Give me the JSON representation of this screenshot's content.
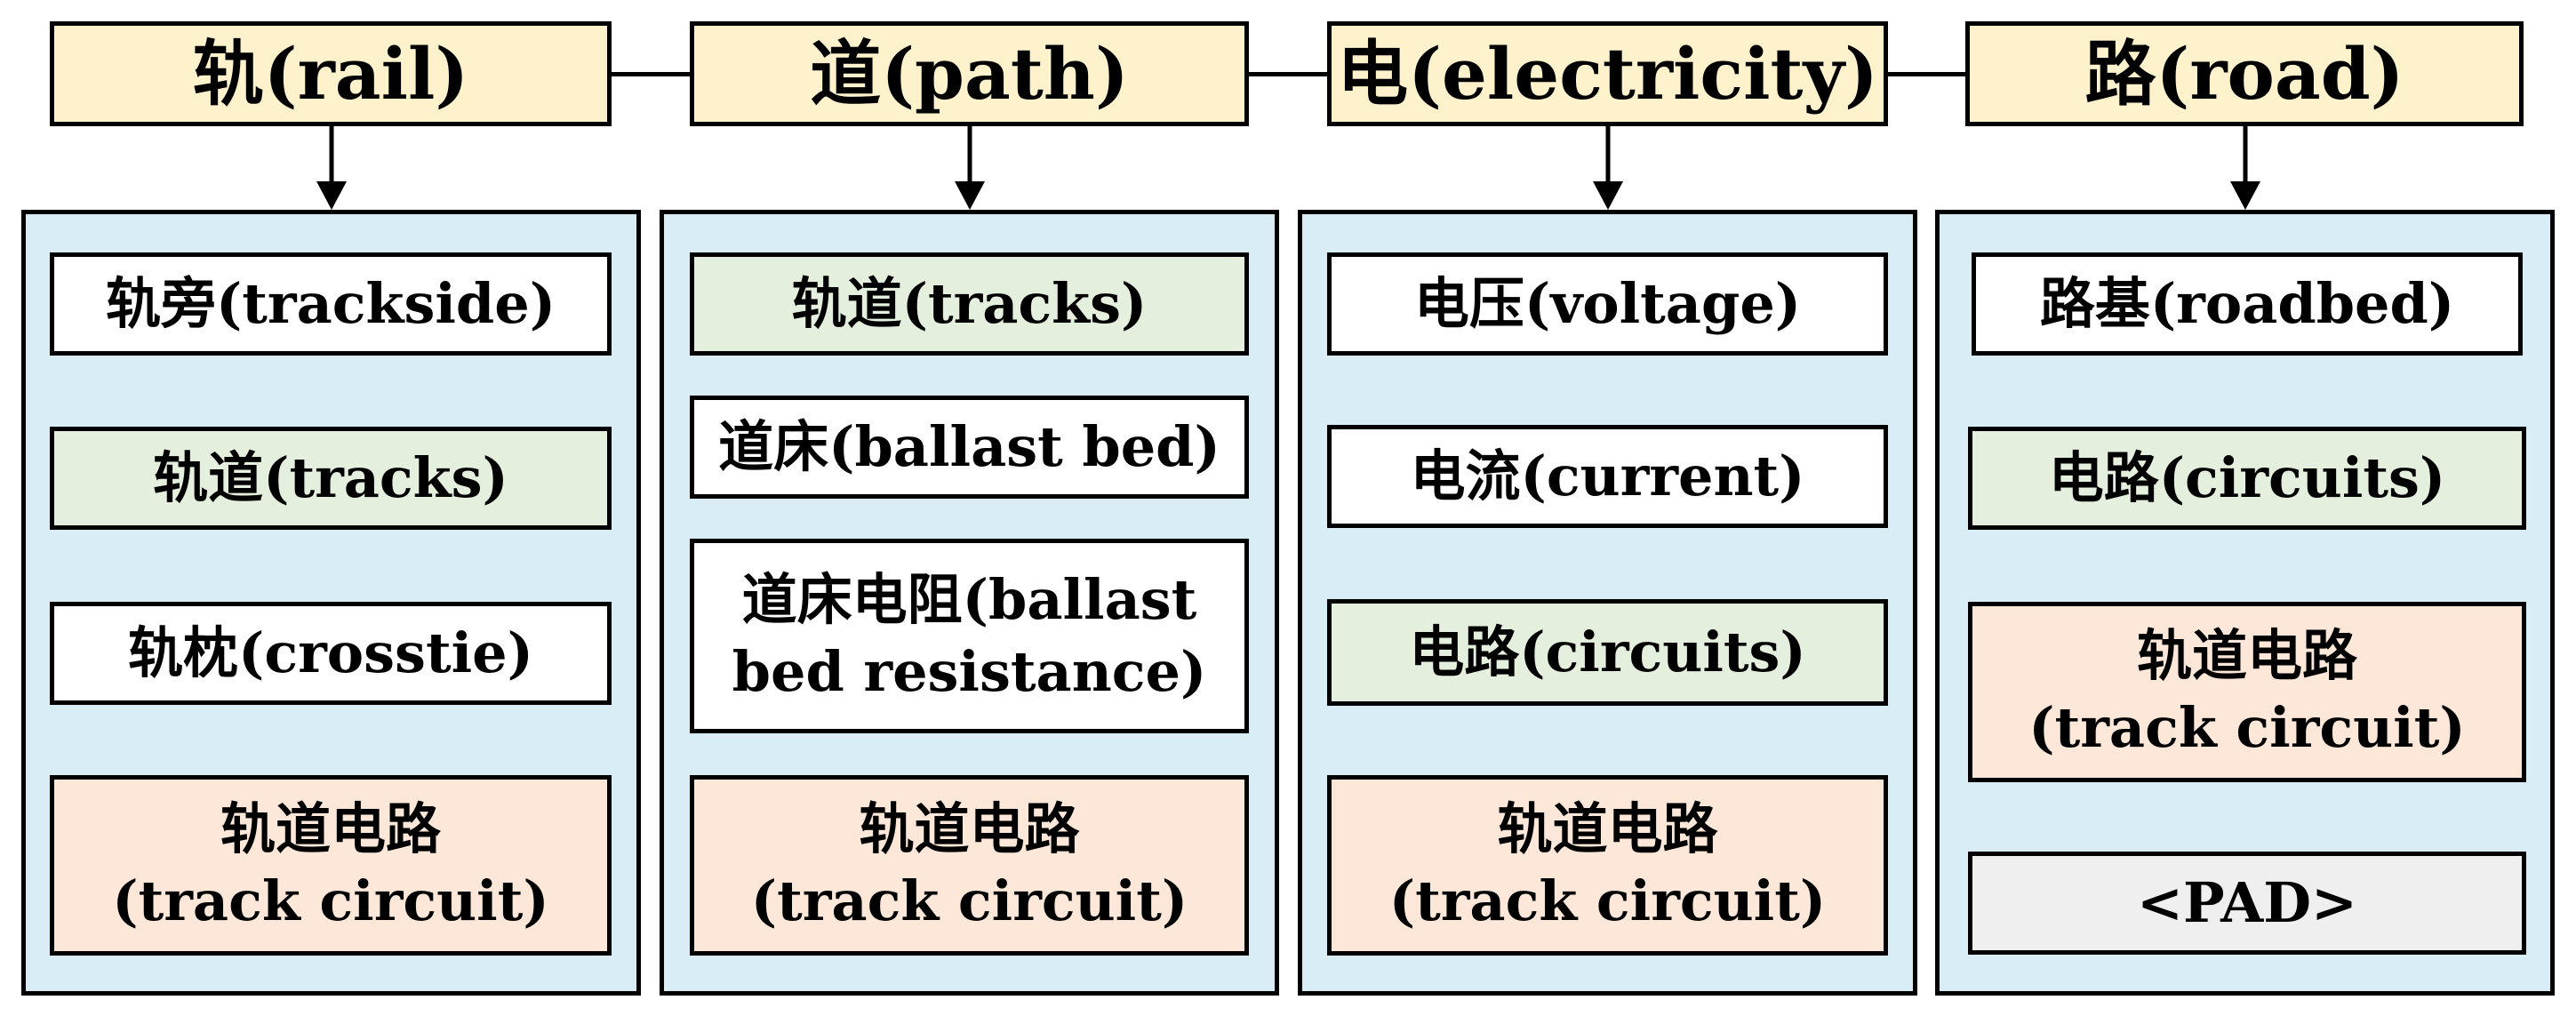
{
  "colors": {
    "header_fill": "#fdf2cc",
    "panel_fill": "#d8edf5",
    "item_white": "#ffffff",
    "item_green": "#e4efdd",
    "item_peach": "#fce7d9",
    "item_gray": "#efefef",
    "stroke": "#000000"
  },
  "columns": [
    {
      "header": "轨(rail)",
      "items": [
        {
          "text": "轨旁(trackside)",
          "fill": "white"
        },
        {
          "text": "轨道(tracks)",
          "fill": "green"
        },
        {
          "text": "轨枕(crosstie)",
          "fill": "white"
        },
        {
          "text": "轨道电路\n(track circuit)",
          "fill": "peach"
        }
      ]
    },
    {
      "header": "道(path)",
      "items": [
        {
          "text": "轨道(tracks)",
          "fill": "green"
        },
        {
          "text": "道床(ballast bed)",
          "fill": "white"
        },
        {
          "text": "道床电阻(ballast\nbed resistance)",
          "fill": "white"
        },
        {
          "text": "轨道电路\n(track circuit)",
          "fill": "peach"
        }
      ]
    },
    {
      "header": "电(electricity)",
      "items": [
        {
          "text": "电压(voltage)",
          "fill": "white"
        },
        {
          "text": "电流(current)",
          "fill": "white"
        },
        {
          "text": "电路(circuits)",
          "fill": "green"
        },
        {
          "text": "轨道电路\n(track circuit)",
          "fill": "peach"
        }
      ]
    },
    {
      "header": "路(road)",
      "items": [
        {
          "text": "路基(roadbed)",
          "fill": "white"
        },
        {
          "text": "电路(circuits)",
          "fill": "green"
        },
        {
          "text": "轨道电路\n(track circuit)",
          "fill": "peach"
        },
        {
          "text": "<PAD>",
          "fill": "gray"
        }
      ]
    }
  ]
}
